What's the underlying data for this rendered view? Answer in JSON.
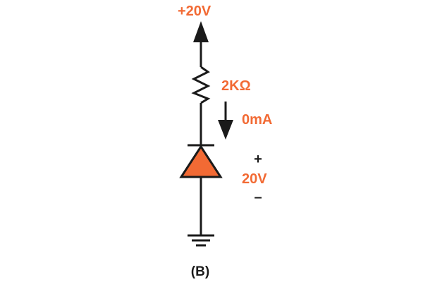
{
  "colors": {
    "accent": "#f26a34",
    "line": "#1a1a1a"
  },
  "labels": {
    "supply": "+20V",
    "resistance": "2KΩ",
    "current": "0mA",
    "plus": "+",
    "voltage": "20V",
    "minus": "–",
    "caption": "(B)"
  },
  "icons": {
    "supply_arrow": "arrow-up-icon",
    "current_arrow": "arrow-down-icon",
    "resistor": "resistor-icon",
    "diode": "diode-icon",
    "ground": "ground-icon"
  }
}
